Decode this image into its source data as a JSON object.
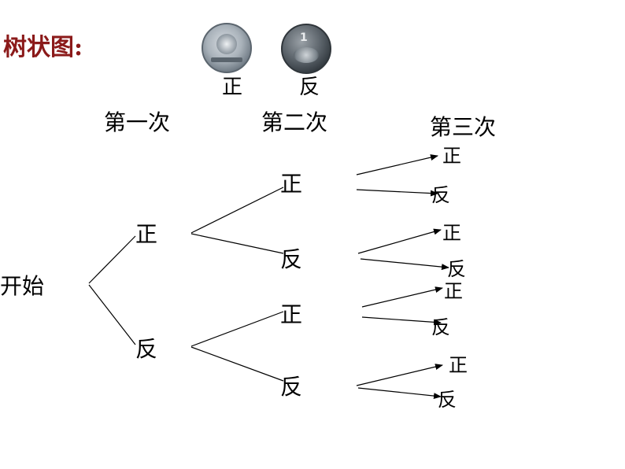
{
  "title": "树状图:",
  "coins": {
    "front_label": "正",
    "back_label": "反",
    "back_value": "1"
  },
  "headers": [
    "第一次",
    "第二次",
    "第三次"
  ],
  "tree": {
    "root": "开始",
    "level1": [
      "正",
      "反"
    ],
    "level2": [
      "正",
      "反",
      "正",
      "反"
    ],
    "level3": [
      "正",
      "反",
      "正",
      "反",
      "正",
      "反",
      "正",
      "反"
    ]
  }
}
